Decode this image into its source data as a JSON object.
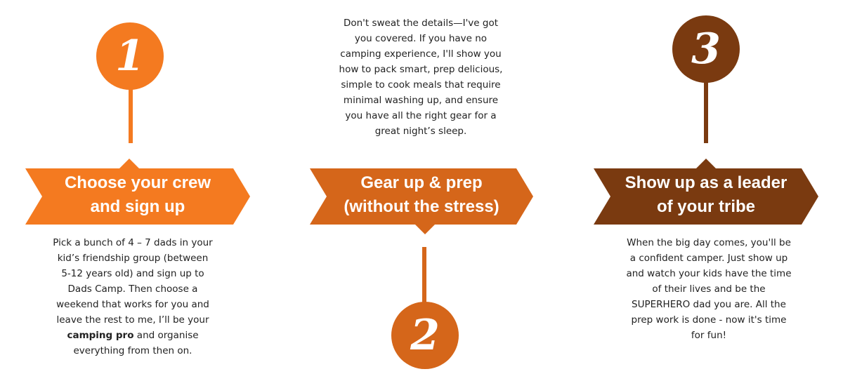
{
  "colors": {
    "step1": "#f47a20",
    "step2": "#d5661a",
    "step3": "#7a3a10"
  },
  "steps": [
    {
      "number": "1",
      "title_line1": "Choose your crew",
      "title_line2": "and sign up",
      "desc_before": "Pick a bunch of 4 – 7 dads in your kid’s friendship group (between 5-12 years old) and sign up to Dads Camp. Then choose a weekend that works for you and leave the rest to me, I’ll be your ",
      "desc_bold": "camping pro",
      "desc_after": " and organise everything from then on."
    },
    {
      "number": "2",
      "title_line1": "Gear up & prep",
      "title_line2": "(without the stress)",
      "desc": "Don't sweat the details—I've got you covered. If you have no camping experience, I'll show you how to pack smart, prep delicious, simple to cook meals that require minimal washing up, and ensure you have all the right gear for a great night’s sleep."
    },
    {
      "number": "3",
      "title_line1": "Show up as a leader",
      "title_line2": "of your tribe",
      "desc": "When the big day comes, you'll be a confident camper. Just show up and watch your kids have the time of their lives and be the SUPERHERO dad you are. All the prep work is done - now it's time for fun!"
    }
  ]
}
